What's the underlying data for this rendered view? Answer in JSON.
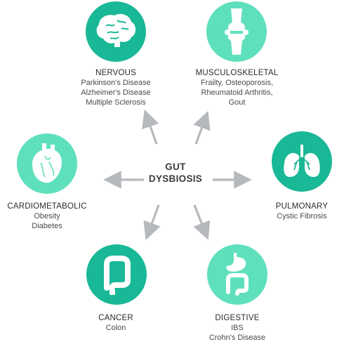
{
  "center": {
    "line1": "GUT",
    "line2": "DYSBIOSIS"
  },
  "colors": {
    "dark_teal": "#19b896",
    "light_teal": "#5fe0bd",
    "arrow": "#b5b8bc",
    "icon_white": "#ffffff"
  },
  "nodes": {
    "nervous": {
      "title": "NERVOUS",
      "lines": [
        "Parkinson's Disease",
        "Alzheimer's Disease",
        "Multiple Sclerosis"
      ],
      "icon": "brain-icon"
    },
    "musculoskeletal": {
      "title": "MUSCULOSKELETAL",
      "lines": [
        "Frailty, Osteoporosis,",
        "Rheumatoid Arthritis,",
        "Gout"
      ],
      "icon": "knee-joint-icon"
    },
    "cardiometabolic": {
      "title": "CARDIOMETABOLIC",
      "lines": [
        "Obesity",
        "Diabetes"
      ],
      "icon": "heart-icon"
    },
    "pulmonary": {
      "title": "PULMONARY",
      "lines": [
        "Cystic Fibrosis"
      ],
      "icon": "lungs-icon"
    },
    "cancer": {
      "title": "CANCER",
      "lines": [
        "Colon"
      ],
      "icon": "colon-icon"
    },
    "digestive": {
      "title": "DIGESTIVE",
      "lines": [
        "IBS",
        "Crohn's Disease"
      ],
      "icon": "stomach-intestine-icon"
    }
  }
}
